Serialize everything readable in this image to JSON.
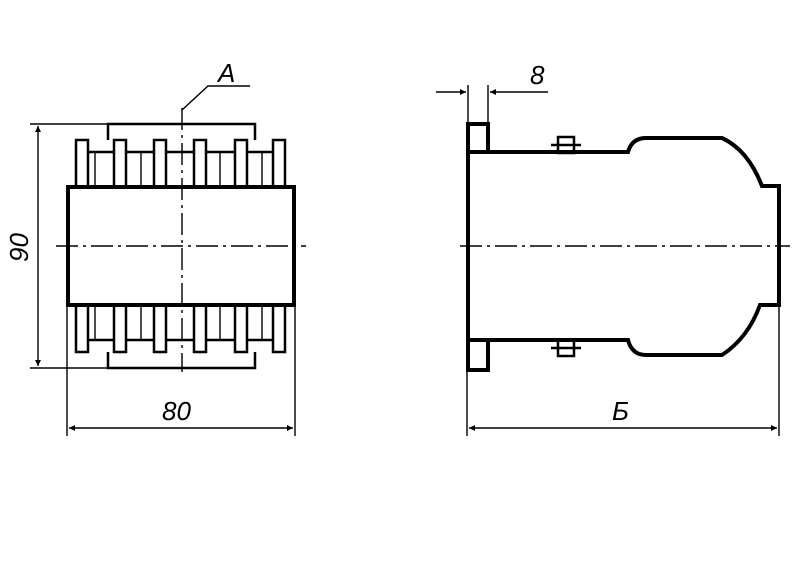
{
  "drawing": {
    "front_view": {
      "label_axis": "А",
      "dim_height": "90",
      "dim_width": "80"
    },
    "side_view": {
      "dim_flange": "8",
      "dim_length": "Б"
    }
  }
}
